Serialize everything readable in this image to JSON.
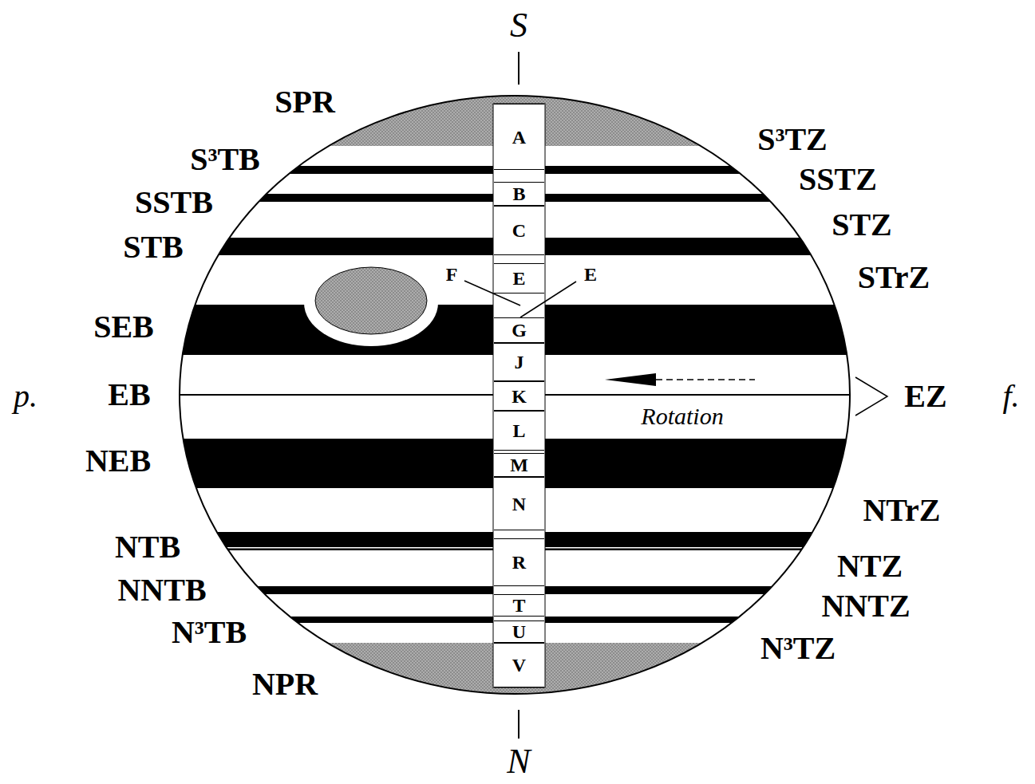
{
  "diagram": {
    "nodes": [
      {
        "text": [
          "A"
        ]
      },
      {
        "text": [
          "B"
        ]
      },
      {
        "text": [
          "C"
        ]
      },
      {
        "text": [
          "E"
        ]
      },
      {
        "text": [
          "G"
        ]
      },
      {
        "text": [
          "J"
        ]
      },
      {
        "text": [
          "K"
        ]
      },
      {
        "text": [
          "L"
        ]
      },
      {
        "text": [
          "M"
        ]
      },
      {
        "text": [
          "N"
        ]
      },
      {
        "text": [
          "R"
        ]
      },
      {
        "text": [
          "T"
        ]
      },
      {
        "text": [
          "U"
        ]
      },
      {
        "text": [
          "V"
        ]
      }
    ],
    "labels": [
      "S",
      "SPR",
      "S³TZ",
      "S³TB",
      "SSTZ",
      "SSTB",
      "STZ",
      "STB",
      "STrZ",
      "F",
      "E",
      "SEB",
      "p.",
      "EB",
      "EZ",
      "f.",
      "Rotation",
      "NEB",
      "NTrZ",
      "NTB",
      "NTZ",
      "NNTB",
      "NNTZ",
      "N³TB",
      "N³TZ",
      "NPR",
      "N"
    ]
  }
}
